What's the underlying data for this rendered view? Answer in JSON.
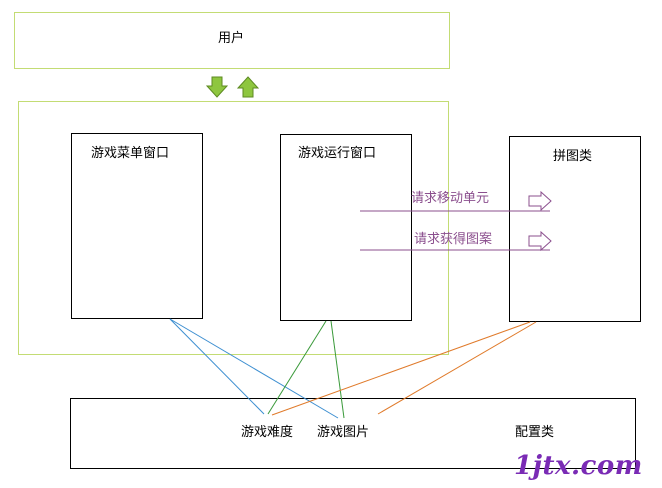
{
  "user": {
    "label": "用户"
  },
  "menu_window": {
    "label": "游戏菜单窗口"
  },
  "run_window": {
    "label": "游戏运行窗口"
  },
  "puzzle_class": {
    "label": "拼图类"
  },
  "config_class": {
    "label": "配置类",
    "items": [
      "游戏难度",
      "游戏图片"
    ]
  },
  "messages": [
    "请求移动单元",
    "请求获得图案"
  ],
  "watermark": "1jtx.com",
  "colors": {
    "green_frame": "#c3dc74",
    "arrow_green": "#8ec63f",
    "message_purple": "#8b4f8e",
    "link_blue": "#3d8fd1",
    "link_green": "#3a9a3a",
    "link_orange": "#e07a2a",
    "watermark_purple": "#7a2bb5"
  }
}
